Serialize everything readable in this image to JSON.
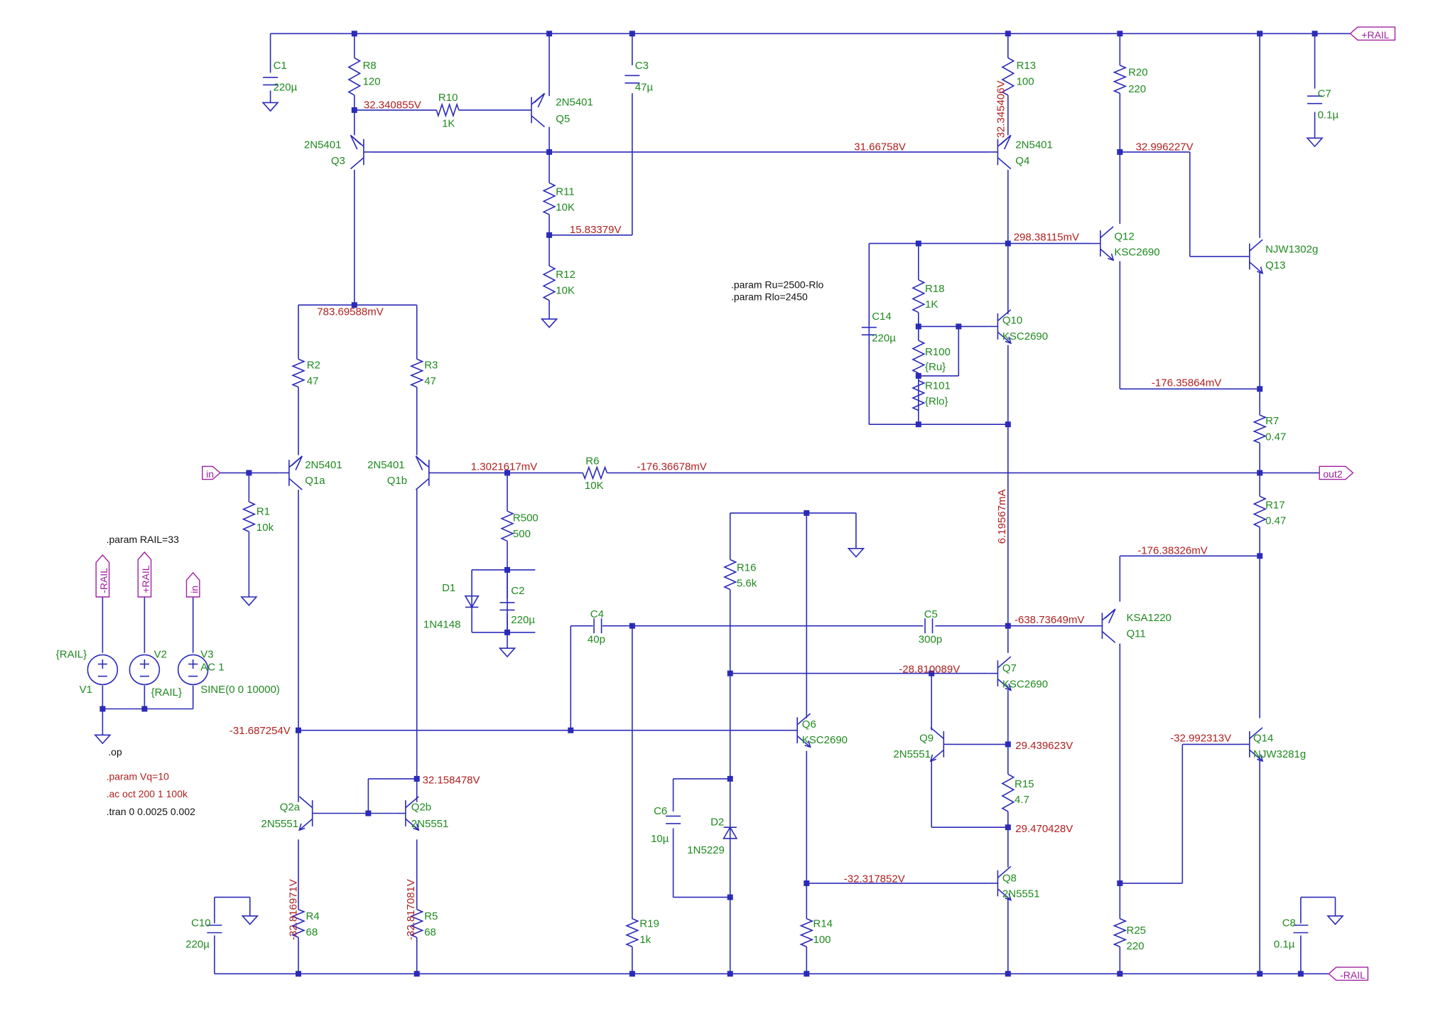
{
  "nets": {
    "rail_pos": "+RAIL",
    "rail_neg": "-RAIL",
    "input": "in",
    "output": "out2"
  },
  "components": {
    "C1": [
      "C1",
      "220µ"
    ],
    "R8": [
      "R8",
      "120"
    ],
    "R10": [
      "R10",
      "1K"
    ],
    "Q5": [
      "2N5401",
      "Q5"
    ],
    "C3": [
      "C3",
      "47µ"
    ],
    "Q3": [
      "2N5401",
      "Q3"
    ],
    "R11": [
      "R11",
      "10K"
    ],
    "R12": [
      "R12",
      "10K"
    ],
    "R13": [
      "R13",
      "100"
    ],
    "Q4": [
      "2N5401",
      "Q4"
    ],
    "R20": [
      "R20",
      "220"
    ],
    "C7": [
      "C7",
      "0.1µ"
    ],
    "Q12": [
      "Q12",
      "KSC2690"
    ],
    "Q13": [
      "NJW1302g",
      "Q13"
    ],
    "R18": [
      "R18",
      "1K"
    ],
    "C14": [
      "C14",
      "220µ"
    ],
    "Q10": [
      "Q10",
      "KSC2690"
    ],
    "R100": [
      "R100",
      "{Ru}"
    ],
    "R101": [
      "R101",
      "{Rlo}"
    ],
    "R2": [
      "R2",
      "47"
    ],
    "R3": [
      "R3",
      "47"
    ],
    "Q1a": [
      "2N5401",
      "Q1a"
    ],
    "Q1b": [
      "2N5401",
      "Q1b"
    ],
    "R6": [
      "R6",
      "10K"
    ],
    "R7": [
      "R7",
      "0.47"
    ],
    "R1": [
      "R1",
      "10k"
    ],
    "R500": [
      "R500",
      "500"
    ],
    "D1": [
      "D1",
      "1N4148"
    ],
    "C2": [
      "C2",
      "220µ"
    ],
    "R16": [
      "R16",
      "5.6k"
    ],
    "R17": [
      "R17",
      "0.47"
    ],
    "C4": [
      "C4",
      "40p"
    ],
    "C5": [
      "C5",
      "300p"
    ],
    "Q11": [
      "KSA1220",
      "Q11"
    ],
    "Q7": [
      "Q7",
      "KSC2690"
    ],
    "Q6": [
      "Q6",
      "KSC2690"
    ],
    "Q9": [
      "Q9",
      "2N5551"
    ],
    "Q14": [
      "Q14",
      "NJW3281g"
    ],
    "R15": [
      "R15",
      "4.7"
    ],
    "Q2a": [
      "Q2a",
      "2N5551"
    ],
    "Q2b": [
      "Q2b",
      "2N5551"
    ],
    "C6": [
      "C6",
      "10µ"
    ],
    "D2": [
      "D2",
      "1N5229"
    ],
    "Q8": [
      "Q8",
      "2N5551"
    ],
    "R4": [
      "R4",
      "68"
    ],
    "R5": [
      "R5",
      "68"
    ],
    "C10": [
      "C10",
      "220µ"
    ],
    "R19": [
      "R19",
      "1k"
    ],
    "R14": [
      "R14",
      "100"
    ],
    "R25": [
      "R25",
      "220"
    ],
    "C8": [
      "C8",
      "0.1µ"
    ],
    "V1": [
      "{RAIL}",
      "V1"
    ],
    "V2": [
      "V2",
      "{RAIL}"
    ],
    "V3": [
      "V3",
      "AC 1",
      "SINE(0 0 10000)"
    ]
  },
  "voltages": {
    "v1": "32.340855V",
    "v2": "32.345406V",
    "v3": "31.66758V",
    "v4": "32.996227V",
    "v5": "15.83379V",
    "v6": "298.38115mV",
    "v7": "783.69588mV",
    "v8": "-176.35864mV",
    "v9": "1.3021617mV",
    "v10": "-176.36678mV",
    "v11": "6.19567mA",
    "v12": "-176.38326mV",
    "v13": "-638.73649mV",
    "v14": "-28.810089V",
    "v15": "-31.687254V",
    "v16": "29.439623V",
    "v17": "-32.992313V",
    "v18": "32.158478V",
    "v19": "29.470428V",
    "v20": "-32.317852V",
    "v21": "-32.816971V",
    "v22": "-32.817081V"
  },
  "directives": {
    "param_r": ".param Ru=2500-Rlo",
    "param_rlo": ".param Rlo=2450",
    "param_rail": ".param RAIL=33",
    "op": ".op",
    "param_vq": ".param Vq=10",
    "ac": ".ac oct 200 1 100k",
    "tran": ".tran 0 0.0025 0.002"
  }
}
